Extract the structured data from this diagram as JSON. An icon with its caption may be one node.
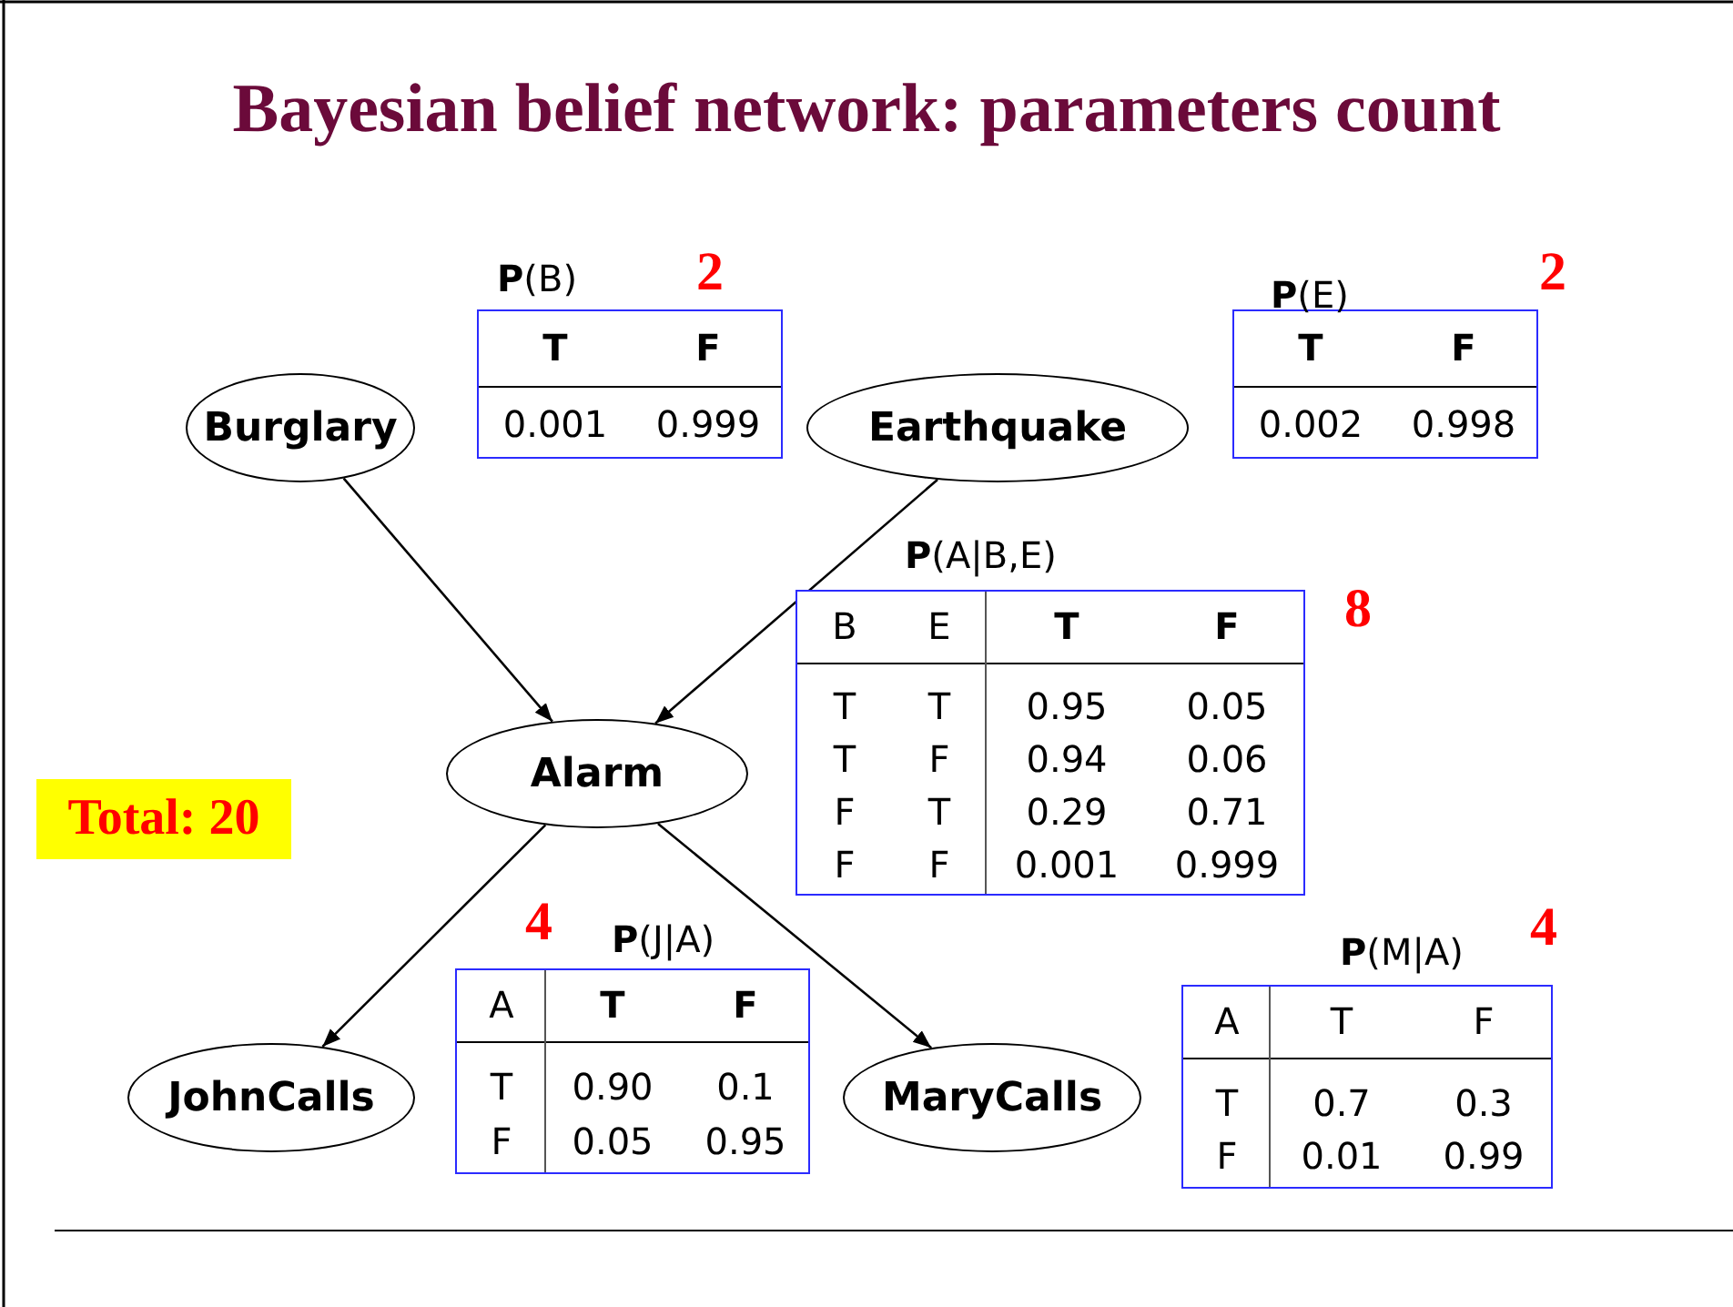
{
  "diagram": {
    "title": "Bayesian belief network: parameters count",
    "nodes": [
      {
        "text": [
          "**P**(B)",
          "T",
          "F",
          "0.001",
          "0.999"
        ],
        "beside": [
          "2"
        ]
      },
      {
        "text": [
          "**P**(E)",
          "T",
          "F",
          "0.002",
          "0.998"
        ],
        "beside": [
          "2"
        ]
      },
      {
        "text": [
          "Burglary"
        ]
      },
      {
        "text": [
          "Earthquake"
        ]
      },
      {
        "text": [
          "**P**(A|B,E)",
          "B",
          "E",
          "T",
          "F",
          "T",
          "T",
          "0.95",
          "0.05",
          "T",
          "F",
          "0.94",
          "0.06",
          "F",
          "T",
          "0.29",
          "0.71",
          "F",
          "F",
          "0.001",
          "0.999"
        ],
        "beside": [
          "8"
        ]
      },
      {
        "text": [
          "Alarm"
        ]
      },
      {
        "text": [
          "Total: 20"
        ]
      },
      {
        "text": [
          "**P**(J|A)",
          "A",
          "T",
          "F",
          "T",
          "0.90",
          "0.1",
          "F",
          "0.05",
          "0.95"
        ],
        "beside": [
          "4"
        ]
      },
      {
        "text": [
          "**P**(M|A)",
          "A",
          "T",
          "F",
          "T",
          "0.7",
          "0.3",
          "F",
          "0.01",
          "0.99"
        ],
        "beside": [
          "4"
        ]
      },
      {
        "text": [
          "JohnCalls"
        ]
      },
      {
        "text": [
          "MaryCalls"
        ]
      }
    ],
    "edges": [
      {
        "from": 2,
        "to": 5,
        "arrow": "to"
      },
      {
        "from": 3,
        "to": 5,
        "arrow": "to"
      },
      {
        "from": 5,
        "to": 9,
        "arrow": "to"
      },
      {
        "from": 5,
        "to": 10,
        "arrow": "to"
      }
    ]
  }
}
